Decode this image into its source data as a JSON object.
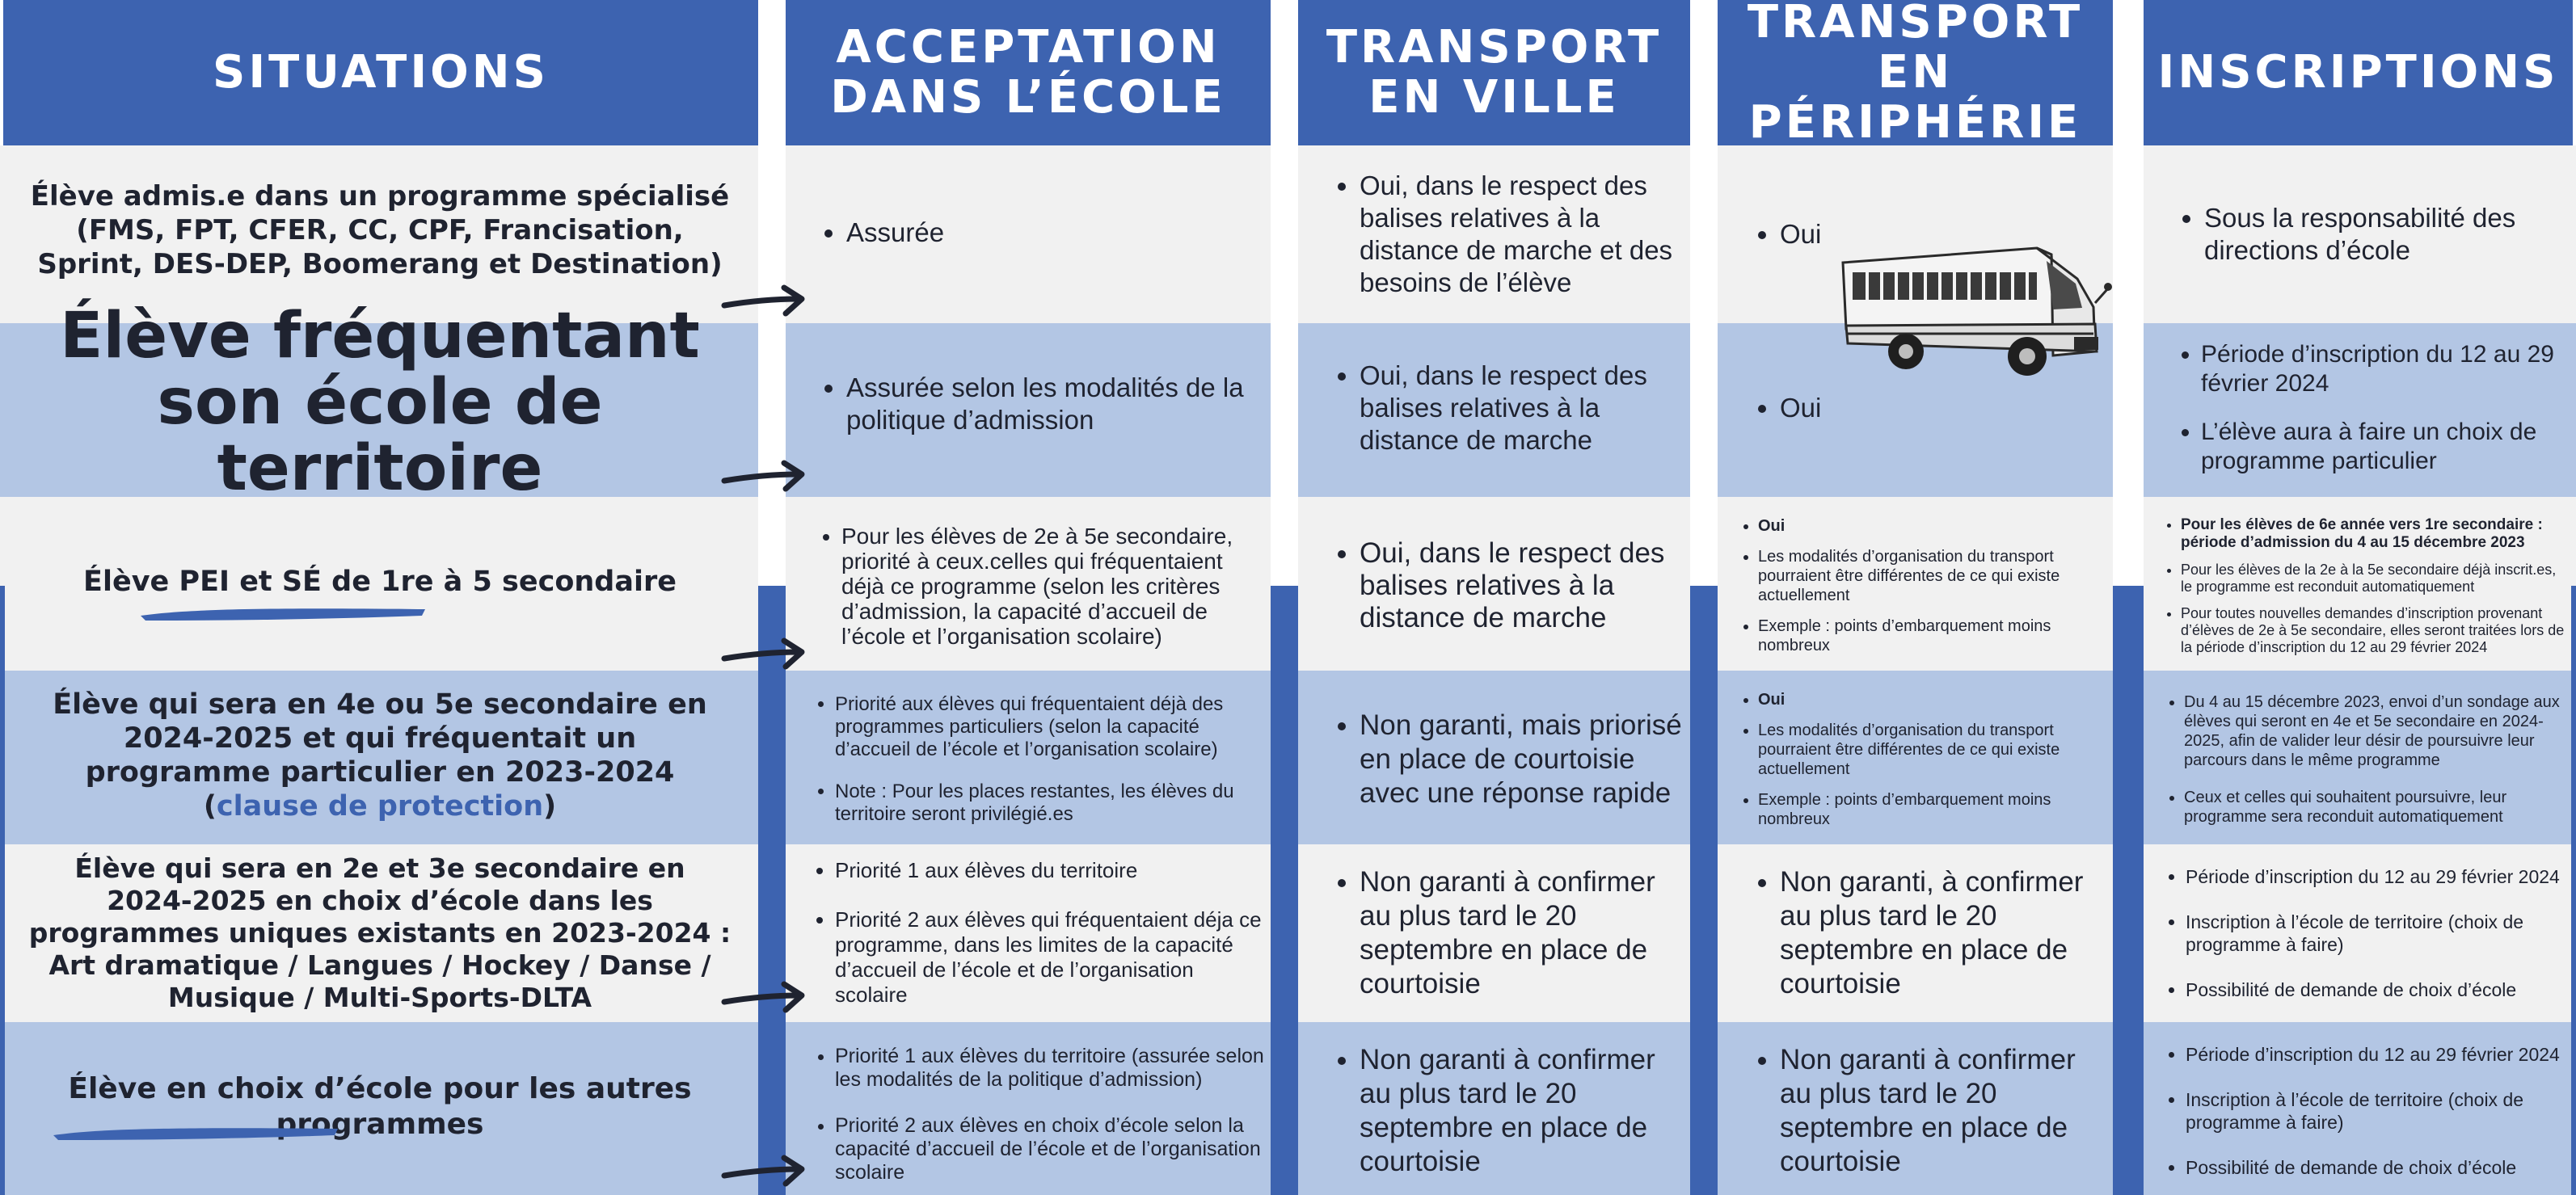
{
  "headers": [
    "SITUATIONS",
    "ACCEPTATION\nDANS L’ÉCOLE",
    "TRANSPORT\nEN VILLE",
    "TRANSPORT\nEN PÉRIPHÉRIE",
    "INSCRIPTIONS"
  ],
  "rows": [
    {
      "situation": {
        "pre": "Élève admis.e dans un programme spécialisé",
        "mid": "(FMS, FPT, CFER, CC, CPF, Francisation, Sprint, DES-DEP, Boomerang et Destination)",
        "hl": "",
        "post": ""
      },
      "acceptation": [
        "Assurée"
      ],
      "ville": [
        "Oui, dans le respect des balises relatives à la distance de marche et des besoins de l’élève"
      ],
      "peripherie": [
        "Oui"
      ],
      "inscriptions": [
        "Sous la responsabilité des directions d’école"
      ]
    },
    {
      "situation": {
        "pre": "Élève fréquentant son école de territoire",
        "mid": "",
        "hl": "",
        "post": ""
      },
      "acceptation": [
        "Assurée selon les modalités de la politique d’admission"
      ],
      "ville": [
        "Oui, dans le respect des balises relatives à la distance de marche"
      ],
      "peripherie": [
        "Oui"
      ],
      "inscriptions": [
        "Période d’inscription du 12 au 29 février 2024",
        "L’élève aura à faire un choix de programme particulier"
      ]
    },
    {
      "situation": {
        "pre": "Élève PEI et SÉ de 1re à 5 secondaire",
        "mid": "",
        "hl": "",
        "post": ""
      },
      "acceptation": [
        "Pour les élèves de 2e à 5e secondaire, priorité à ceux.celles qui fréquentaient déjà ce programme (selon les critères d’admission, la capacité d’accueil de l’école et l’organisation scolaire)"
      ],
      "ville": [
        "Oui, dans le respect des balises relatives à la distance de marche"
      ],
      "peripherie": [
        "Oui",
        "Les modalités d’organisation du transport pourraient être différentes de ce qui existe actuellement",
        "Exemple : points d’embarquement moins nombreux"
      ],
      "inscriptions": [
        "Pour les élèves de 6e année vers 1re secondaire : période d’admission du 4 au 15 décembre 2023",
        "Pour les élèves de la 2e à la 5e secondaire déjà inscrit.es, le programme est reconduit automatiquement",
        "Pour toutes nouvelles demandes d’inscription provenant d’élèves de 2e à 5e secondaire, elles seront traitées lors de la période d’inscription du 12 au 29 février 2024"
      ]
    },
    {
      "situation": {
        "pre": "Élève qui sera en 4e ou 5e secondaire en 2024-2025 et qui fréquentait un programme particulier en 2023-2024 (",
        "mid": "",
        "hl": "clause de protection",
        "post": ")"
      },
      "acceptation": [
        "Priorité aux élèves qui fréquentaient déjà des programmes particuliers (selon la capacité d’accueil de l’école et l’organisation scolaire)",
        "Note : Pour les places restantes, les élèves du territoire seront privilégié.es"
      ],
      "ville": [
        "Non garanti, mais priorisé en place de courtoisie avec une réponse rapide"
      ],
      "peripherie": [
        "Oui",
        "Les modalités d’organisation du transport pourraient être différentes de ce qui existe actuellement",
        "Exemple : points d’embarquement moins nombreux"
      ],
      "inscriptions": [
        "Du 4 au 15 décembre 2023, envoi d’un sondage aux élèves qui seront en 4e et 5e secondaire en 2024-2025, afin de valider leur désir de poursuivre leur parcours dans le même programme",
        "Ceux et celles qui souhaitent poursuivre, leur programme sera reconduit automatiquement"
      ]
    },
    {
      "situation": {
        "pre": "Élève qui sera en 2e et 3e secondaire en 2024-2025 en choix d’école dans les programmes uniques existants en 2023-2024 : Art dramatique / Langues / Hockey / Danse / Musique / Multi-Sports-DLTA",
        "mid": "",
        "hl": "",
        "post": ""
      },
      "acceptation": [
        "Priorité 1 aux élèves du territoire",
        "Priorité 2 aux élèves qui fréquentaient déja ce programme, dans les limites de la capacité d’accueil de l’école et de l’organisation scolaire"
      ],
      "ville": [
        "Non garanti à confirmer au plus tard le 20 septembre en place de courtoisie"
      ],
      "peripherie": [
        "Non garanti, à confirmer au plus tard le 20 septembre en place de courtoisie"
      ],
      "inscriptions": [
        "Période d’inscription du 12 au 29 février 2024",
        "Inscription à l’école de territoire (choix de programme à faire)",
        "Possibilité de demande de choix d’école"
      ]
    },
    {
      "situation": {
        "pre": "Élève en choix d’école pour les autres programmes",
        "mid": "",
        "hl": "",
        "post": ""
      },
      "acceptation": [
        "Priorité 1 aux élèves du territoire (assurée selon les modalités de la politique d’admission)",
        "Priorité 2 aux élèves en choix d’école selon la capacité d’accueil de l’école et de l’organisation scolaire"
      ],
      "ville": [
        "Non garanti à confirmer au plus tard le 20 septembre en place de courtoisie"
      ],
      "peripherie": [
        "Non garanti à confirmer au plus tard le 20 septembre en place de courtoisie"
      ],
      "inscriptions": [
        "Période d’inscription du 12 au 29 février 2024",
        "Inscription à l’école de territoire (choix de programme à faire)",
        "Possibilité de demande de choix d’école"
      ]
    }
  ],
  "colors": {
    "header": "#3d63b0",
    "band_light": "#f1f1f1",
    "band_blue": "#b3c6e4",
    "accent": "#3d63b0",
    "text": "#1f2330"
  },
  "icons": [
    "arrow-icon",
    "brush-stroke-icon",
    "school-bus-icon"
  ]
}
